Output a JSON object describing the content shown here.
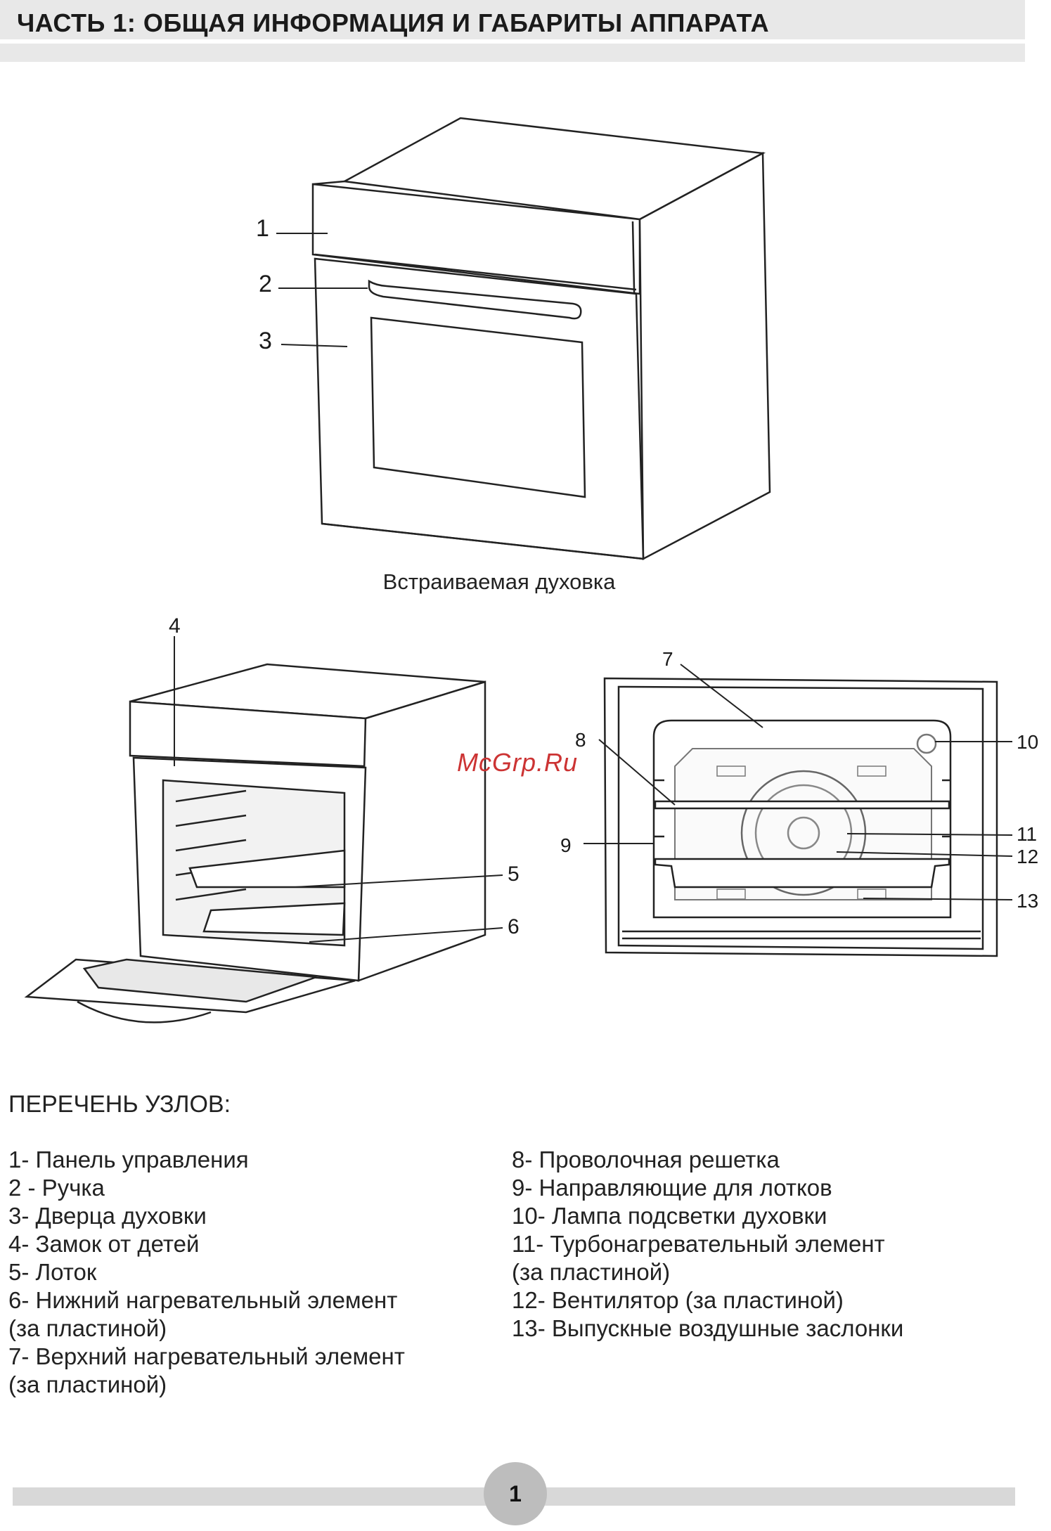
{
  "header": {
    "title": "ЧАСТЬ 1: ОБЩАЯ ИНФОРМАЦИЯ И ГАБАРИТЫ АППАРАТА"
  },
  "figure_top": {
    "callouts": [
      "1",
      "2",
      "3"
    ],
    "caption": "Встраиваемая духовка"
  },
  "figure_open": {
    "callouts": [
      "4",
      "5",
      "6"
    ]
  },
  "figure_interior": {
    "callouts": [
      "7",
      "8",
      "9",
      "10",
      "11",
      "12",
      "13"
    ]
  },
  "watermark": "McGrp.Ru",
  "parts": {
    "heading": "ПЕРЕЧЕНЬ УЗЛОВ:",
    "left": [
      "1- Панель управления",
      "2 - Ручка",
      "3- Дверца духовки",
      "4- Замок от детей",
      "5- Лоток",
      "6- Нижний нагревательный элемент",
      "(за пластиной)",
      "7- Верхний нагревательный элемент",
      "(за пластиной)"
    ],
    "right": [
      "8- Проволочная решетка",
      "9- Направляющие для лотков",
      "10- Лампа подсветки духовки",
      "11- Турбонагревательный элемент",
      "(за пластиной)",
      "12- Вентилятор (за пластиной)",
      "13- Выпускные воздушные заслонки"
    ]
  },
  "page": {
    "number": "1"
  }
}
